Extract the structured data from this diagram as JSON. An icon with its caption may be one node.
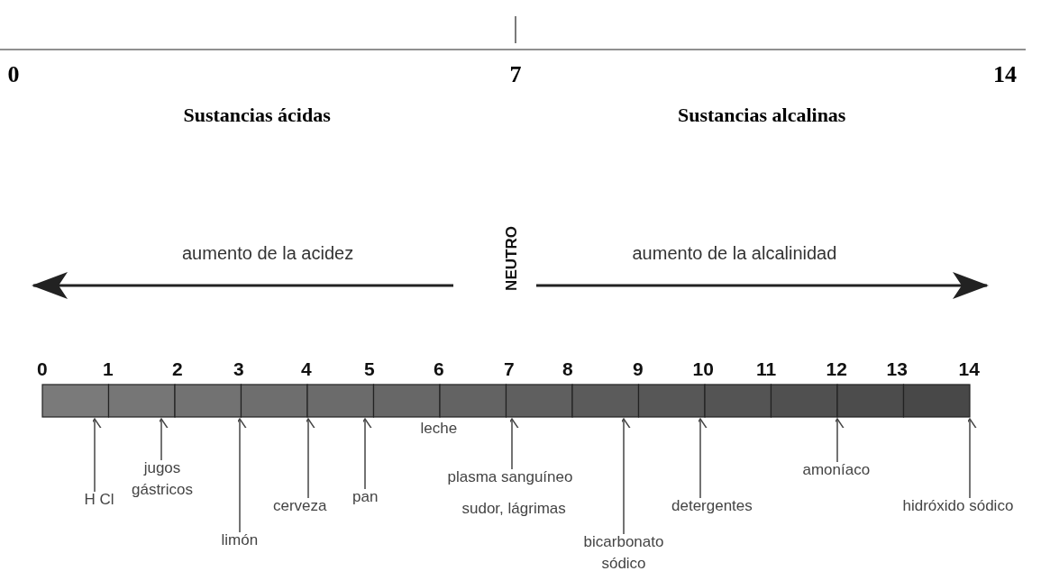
{
  "diagram": {
    "nodes": [
      {
        "text": [
          "H Cl"
        ]
      },
      {
        "text": [
          "jugos gástricos"
        ]
      },
      {
        "text": [
          "limón"
        ]
      },
      {
        "text": [
          "cerveza"
        ]
      },
      {
        "text": [
          "pan"
        ]
      },
      {
        "text": [
          "plasma sanguíneo"
        ]
      },
      {
        "text": [
          "sudor, lágrimas"
        ]
      },
      {
        "text": [
          "bicarbonato sódico"
        ]
      },
      {
        "text": [
          "detergentes"
        ]
      },
      {
        "text": [
          "amoníaco"
        ]
      },
      {
        "text": [
          "hidróxido sódico"
        ]
      },
      {
        "text": [],
        "shape": "bar"
      }
    ],
    "edges": [
      {
        "from": 0,
        "to": 11,
        "arrow": "to"
      },
      {
        "from": 1,
        "to": 11,
        "arrow": "to"
      },
      {
        "from": 2,
        "to": 11,
        "arrow": "to"
      },
      {
        "from": 3,
        "to": 11,
        "arrow": "to"
      },
      {
        "from": 4,
        "to": 11,
        "arrow": "to"
      },
      {
        "from": 5,
        "to": 11,
        "arrow": "to"
      },
      {
        "from": 7,
        "to": 11,
        "arrow": "to"
      },
      {
        "from": 8,
        "to": 11,
        "arrow": "to"
      },
      {
        "from": 9,
        "to": 11,
        "arrow": "to"
      },
      {
        "from": 10,
        "to": 11,
        "arrow": "to"
      }
    ],
    "labels": [
      "0",
      "7",
      "14",
      "Sustancias ácidas",
      "Sustancias alcalinas",
      "aumento de la acidez",
      "NEUTRO",
      "aumento de la alcalinidad",
      "0",
      "1",
      "2",
      "3",
      "4",
      "5",
      "6",
      "7",
      "8",
      "9",
      "10",
      "11",
      "12",
      "13",
      "14",
      "leche"
    ]
  }
}
